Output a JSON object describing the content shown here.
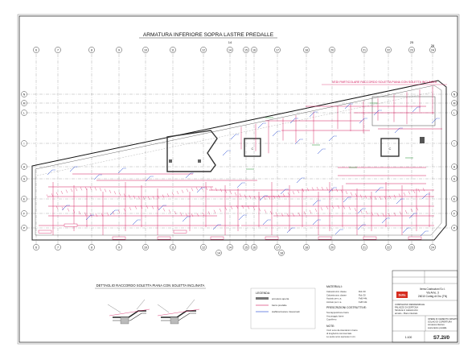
{
  "sheet": {
    "title": "ARMATURA INFERIORE SOPRA LASTRE PREDALLE",
    "plan_note": "VEDI PARTICOLARE RACCORDO SOLETTA PIANA CON SOLETTA INCLINATA",
    "detail_title": "DETTAGLIO RACCORDO SOLETTA PIANA CON SOLETTA INCLINATA",
    "column_axes": [
      "6",
      "7",
      "8",
      "9",
      "10",
      "11",
      "12",
      "14",
      "15",
      "16",
      "17",
      "18",
      "20",
      "21",
      "22",
      "23",
      "24"
    ],
    "top_axis_labels": [
      "14",
      "25",
      "26"
    ],
    "bottom_axis_labels": [
      "14",
      "18"
    ],
    "row_axes": [
      "N",
      "M",
      "L",
      "I",
      "H",
      "G",
      "E",
      "F",
      "P"
    ],
    "legend": {
      "heading": "LEGENDA:",
      "items": [
        "armatura aperta",
        "barra predalle",
        "staffe/armature trasversali"
      ]
    },
    "materials": {
      "heading": "MATERIALI:",
      "rows": [
        [
          "Calcestruzzo classe",
          "Rck 30"
        ],
        [
          "Calcestruzzo classe",
          "Rck 30"
        ],
        [
          "Acciaio per c.a.",
          "FeB 44k"
        ],
        [
          "Acciaio per c.a.",
          "FeB 44k"
        ]
      ],
      "subheading": "PRESCRIZIONI COSTRUTTIVE:",
      "notes": [
        "Sovrapposizione barre",
        "Ancoraggio barre",
        "Copriferro"
      ],
      "note_heading": "NOTE:",
      "note_lines": [
        "I ferri sono da intendersi in barre",
        "di lunghezza commerciale.",
        "Le quote sono espresse in cm."
      ]
    },
    "titleblock": {
      "company_lines": [
        "Iterra Costruzioni S.r.l.",
        "Via Arno, 3",
        "26010 Corteg di Oro (TN)"
      ],
      "logo": "Delta",
      "project_lines": [
        "COMPLESSO RESIDENZIALE",
        "PALAZZO DI CERTOSA",
        "Struttura in calcestruzzo",
        "armato - Piano interrato"
      ],
      "drawing_lines": [
        "OPERE DI CEMENTO ARMATO",
        "SOLAIO DI COPERTURA",
        "Armatura inferiore",
        "sopra lastre predalle"
      ],
      "sheet_number": "S7.2i/0",
      "scale": "1:100"
    }
  }
}
